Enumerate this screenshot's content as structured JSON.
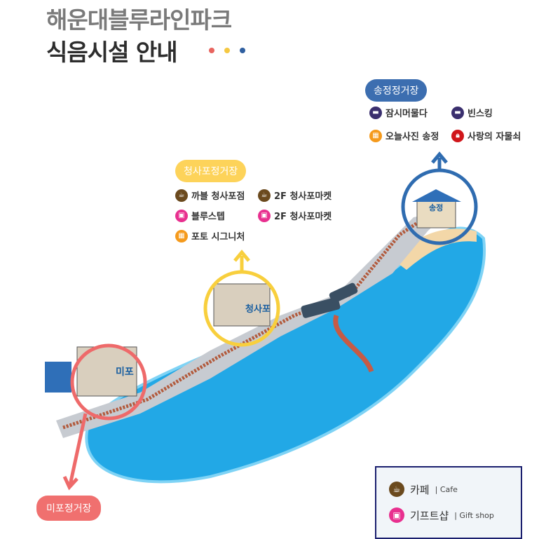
{
  "title": {
    "line1": "해운대블루라인파크",
    "line2": "식음시설 안내",
    "dot_colors": [
      "#e8645f",
      "#f5c842",
      "#2f5fa0"
    ]
  },
  "stations": {
    "songjeong": {
      "label": "송정정거장",
      "color": "#3c6eb0",
      "items": [
        {
          "icon": "truck-icon",
          "label": "잠시머물다",
          "color": "#3a2f6e"
        },
        {
          "icon": "truck-icon",
          "label": "빈스킹",
          "color": "#3a2f6e"
        },
        {
          "icon": "photo-film-icon",
          "label": "오늘사진 송정",
          "color": "#f59a1c"
        },
        {
          "icon": "lock-icon",
          "label": "사랑의 자물쇠",
          "color": "#d0161b"
        }
      ]
    },
    "cheongsapo": {
      "label": "청사포정거장",
      "color": "#fdd35a",
      "items": [
        {
          "icon": "coffee-cup-icon",
          "label": "까블 청사포점",
          "color": "#6b4a1e"
        },
        {
          "icon": "coffee-cup-icon",
          "label": "2F 청사포마켓",
          "color": "#6b4a1e"
        },
        {
          "icon": "gift-icon",
          "label": "블루스텝",
          "color": "#e8308f"
        },
        {
          "icon": "gift-icon",
          "label": "2F 청사포마켓",
          "color": "#e8308f"
        },
        {
          "icon": "photo-film-icon",
          "label": "포토 시그니처",
          "color": "#f59a1c"
        }
      ]
    },
    "mipo": {
      "label": "미포정거장",
      "color": "#f0706f"
    }
  },
  "map": {
    "sea_color": "#22a8e6",
    "building_labels": [
      "미포",
      "청사포",
      "송정"
    ]
  },
  "legend": {
    "items": [
      {
        "icon": "coffee-cup-icon",
        "label": "카페",
        "english": "Cafe",
        "color": "#6b4a1e"
      },
      {
        "icon": "gift-icon",
        "label": "기프트샵",
        "english": "Gift shop",
        "color": "#e8308f"
      }
    ]
  }
}
